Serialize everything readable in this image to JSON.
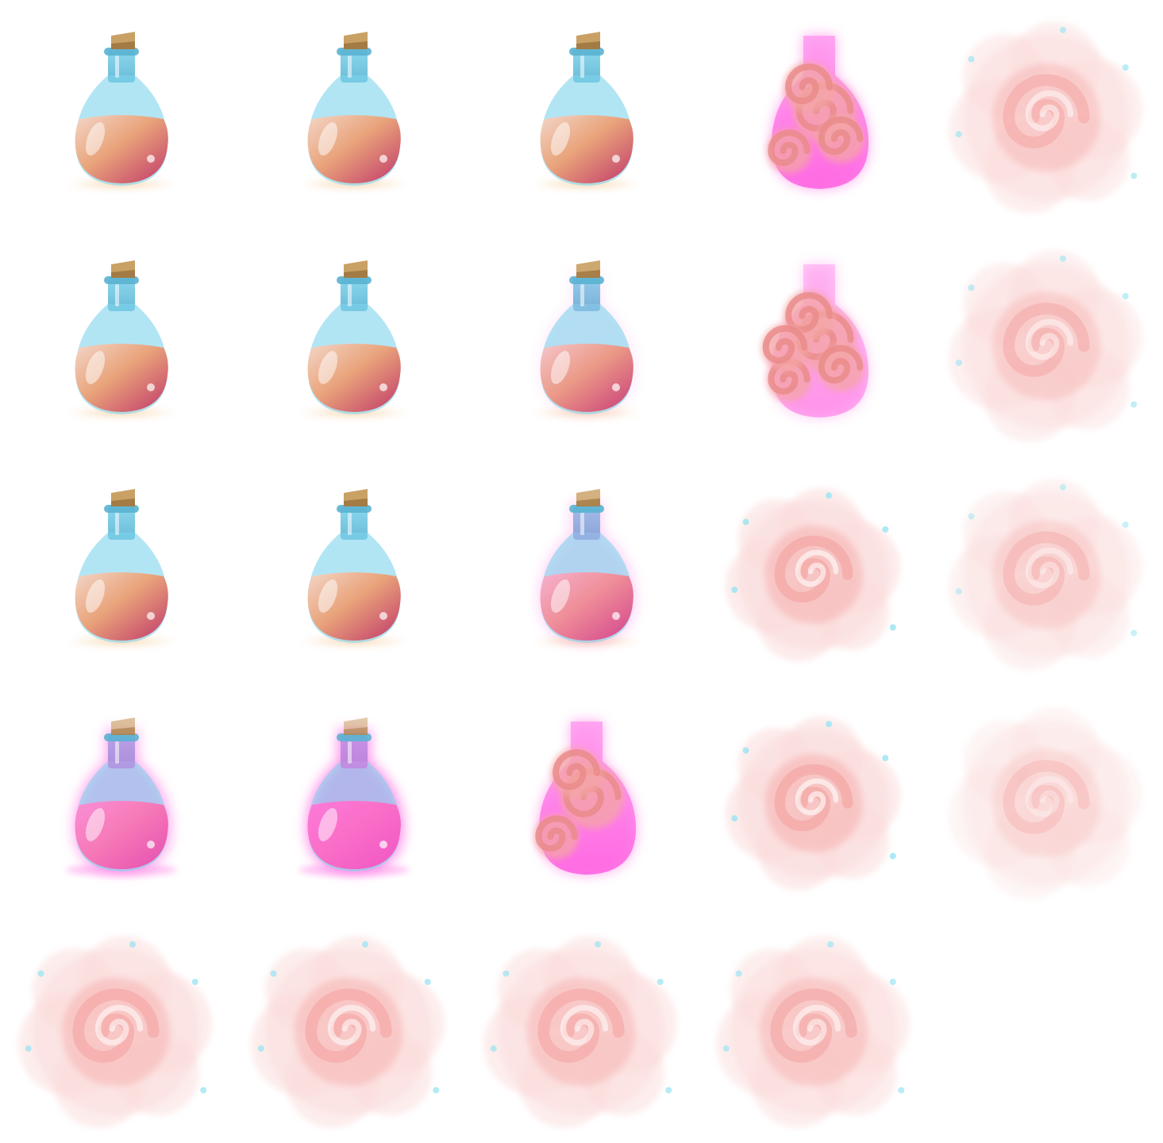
{
  "sprite_sheet": {
    "columns": 5,
    "rows": 5,
    "colors": {
      "glass": "#7fd4ec",
      "glass_dark": "#5ab3d2",
      "cork": "#c9a165",
      "cork_dark": "#a47b44",
      "potion_top": "#f3d6c8",
      "potion_mid": "#e9a37a",
      "potion_bottom": "#c0386a",
      "magenta": "#ff5ee0",
      "smoke": "#f4a6a4",
      "smoke_light": "#fbdcdb",
      "sparkle": "#9fe5f2",
      "shadow": "#f4c48a"
    },
    "frames": [
      {
        "stage": "bottle",
        "glow": 0,
        "smoke": 0,
        "fade": 0
      },
      {
        "stage": "bottle",
        "glow": 0,
        "smoke": 0,
        "fade": 0
      },
      {
        "stage": "bottle",
        "glow": 0,
        "smoke": 0,
        "fade": 0
      },
      {
        "stage": "burst",
        "glow": 1,
        "smoke": 0.8,
        "fade": 0
      },
      {
        "stage": "cloud",
        "glow": 0,
        "smoke": 1,
        "fade": 0.25
      },
      {
        "stage": "bottle",
        "glow": 0,
        "smoke": 0,
        "fade": 0
      },
      {
        "stage": "bottle",
        "glow": 0,
        "smoke": 0,
        "fade": 0
      },
      {
        "stage": "bottle",
        "glow": 0.15,
        "smoke": 0,
        "fade": 0
      },
      {
        "stage": "burst",
        "glow": 0.6,
        "smoke": 1,
        "fade": 0
      },
      {
        "stage": "cloud",
        "glow": 0,
        "smoke": 1,
        "fade": 0.35
      },
      {
        "stage": "bottle",
        "glow": 0,
        "smoke": 0,
        "fade": 0
      },
      {
        "stage": "bottle",
        "glow": 0,
        "smoke": 0,
        "fade": 0
      },
      {
        "stage": "bottle",
        "glow": 0.35,
        "smoke": 0,
        "fade": 0
      },
      {
        "stage": "cloud",
        "glow": 0,
        "smoke": 1,
        "fade": 0
      },
      {
        "stage": "cloud",
        "glow": 0,
        "smoke": 1,
        "fade": 0.5
      },
      {
        "stage": "bottle",
        "glow": 0.7,
        "smoke": 0,
        "fade": 0
      },
      {
        "stage": "bottle",
        "glow": 0.9,
        "smoke": 0,
        "fade": 0
      },
      {
        "stage": "burst",
        "glow": 1,
        "smoke": 0.4,
        "fade": 0
      },
      {
        "stage": "cloud",
        "glow": 0,
        "smoke": 1,
        "fade": 0
      },
      {
        "stage": "cloud",
        "glow": 0,
        "smoke": 1,
        "fade": 0.7
      },
      {
        "stage": "cloud",
        "glow": 0,
        "smoke": 1,
        "fade": 0.1
      },
      {
        "stage": "cloud",
        "glow": 0,
        "smoke": 1,
        "fade": 0.1
      },
      {
        "stage": "cloud",
        "glow": 0,
        "smoke": 1,
        "fade": 0.15
      },
      {
        "stage": "cloud",
        "glow": 0,
        "smoke": 1,
        "fade": 0.2
      },
      {
        "stage": "empty",
        "glow": 0,
        "smoke": 0,
        "fade": 1
      }
    ]
  }
}
